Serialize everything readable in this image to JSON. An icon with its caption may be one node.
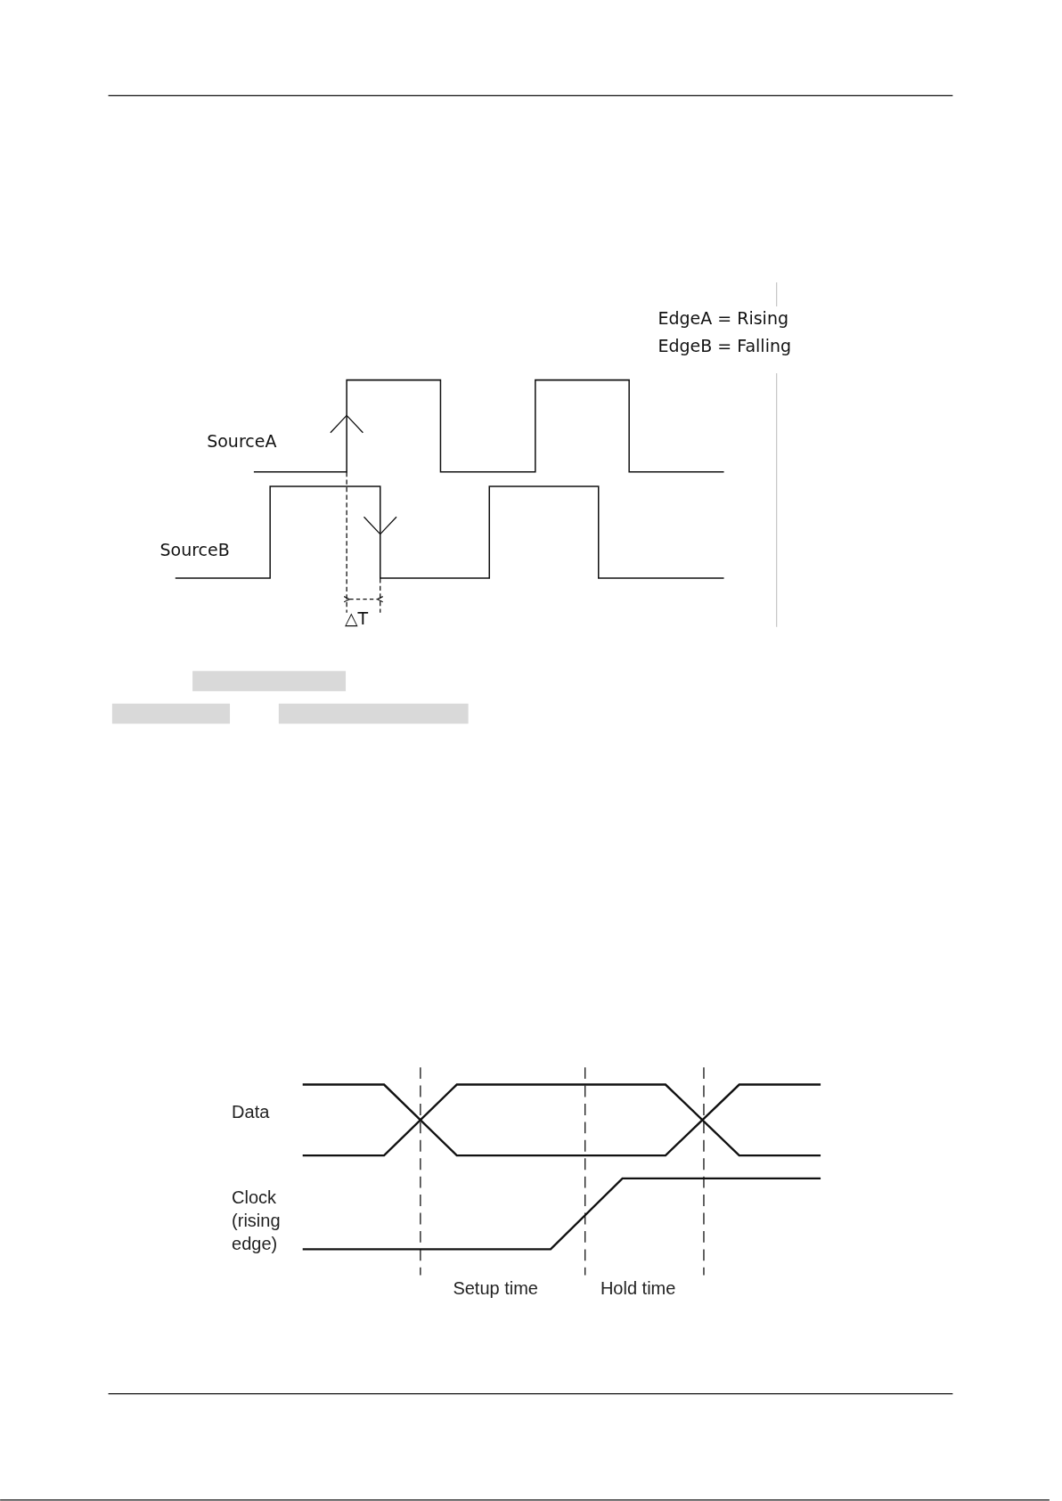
{
  "diagram": {
    "labels": [
      "EdgeA = Rising",
      "EdgeB = Falling",
      "SourceA",
      "SourceB",
      "△T",
      "Data",
      "Clock (rising edge)",
      "Setup time",
      "Hold time"
    ]
  }
}
